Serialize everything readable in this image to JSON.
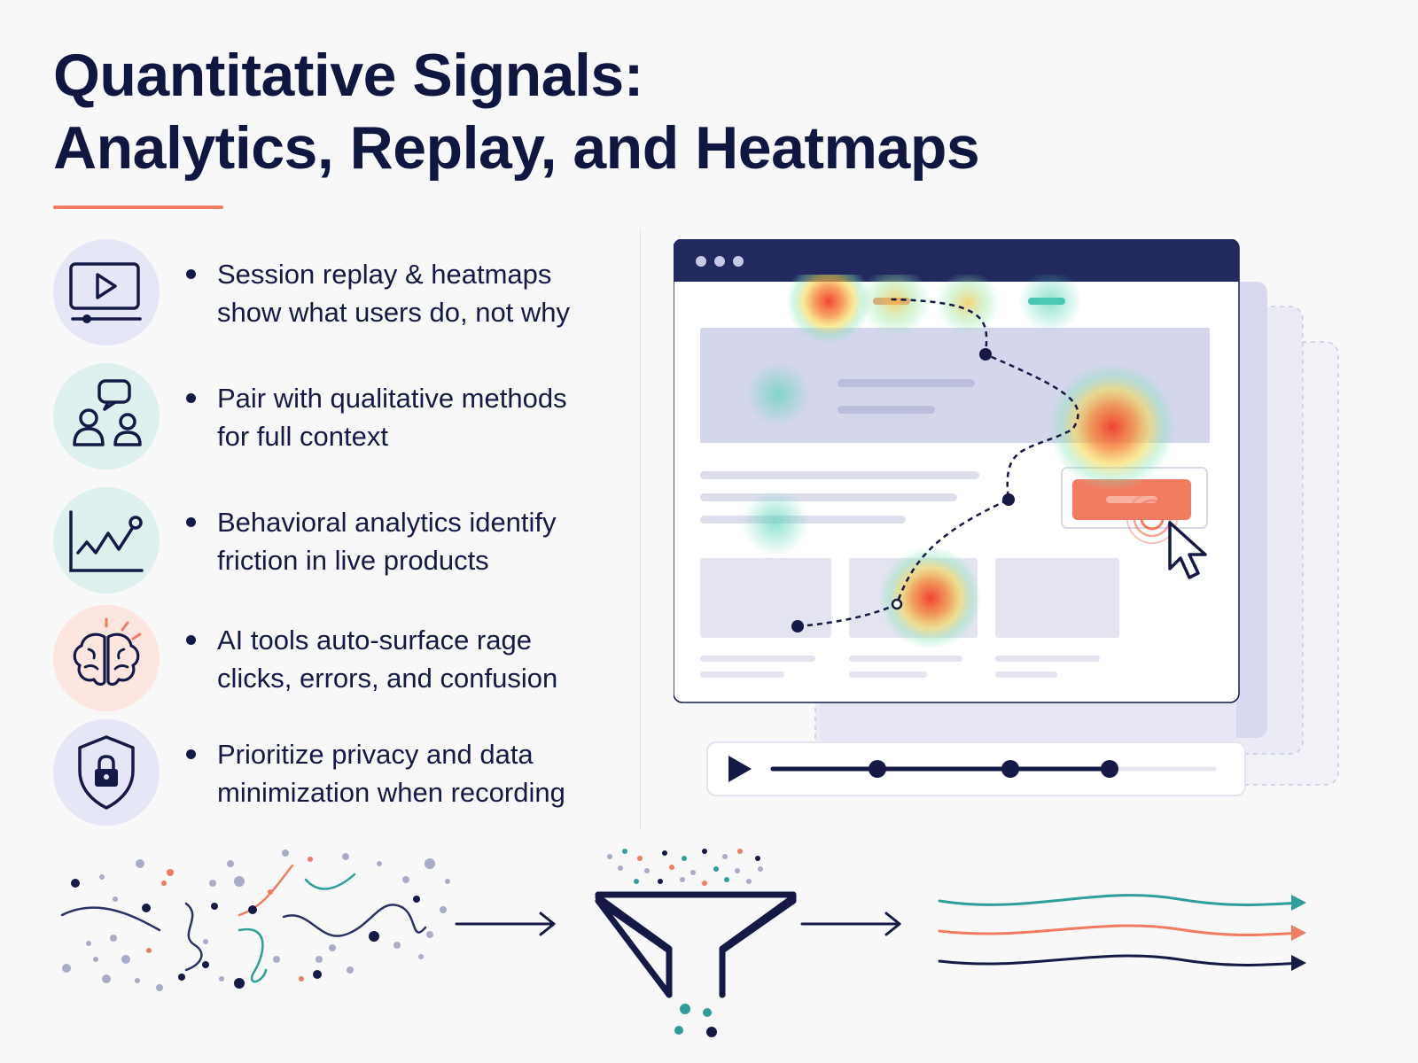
{
  "header": {
    "title_line1": "Quantitative Signals:",
    "title_line2": "Analytics, Replay, and Heatmaps"
  },
  "points": [
    {
      "icon": "video-player-icon",
      "badge_color": "#e6e7f6",
      "line1": "Session replay & heatmaps",
      "line2": "show what users do, not why"
    },
    {
      "icon": "users-chat-icon",
      "badge_color": "#dff1ef",
      "line1": "Pair with qualitative methods",
      "line2": "for full context"
    },
    {
      "icon": "trend-line-icon",
      "badge_color": "#dff1ef",
      "line1": "Behavioral analytics identify",
      "line2": "friction in live products"
    },
    {
      "icon": "brain-icon",
      "badge_color": "#fde5e0",
      "line1": "AI tools auto-surface rage",
      "line2": "clicks, errors, and confusion"
    },
    {
      "icon": "shield-lock-icon",
      "badge_color": "#e6e7f6",
      "line1": "Prioritize privacy and data",
      "line2": "minimization when recording"
    }
  ],
  "colors": {
    "navy": "#141a45",
    "accent": "#f27c62",
    "teal": "#2e9e9a",
    "heat_hot": "#f23a2a",
    "heat_warm": "#f5c842",
    "heat_cool": "#57d3b7"
  },
  "illustration": {
    "window_icons": [
      "heatmap-overlay",
      "click-path",
      "cursor-icon"
    ],
    "replay_bar_icon": "play-icon",
    "flow_icons": [
      "scattered-data-icon",
      "arrow-right-icon",
      "funnel-icon",
      "arrow-right-icon",
      "streamlined-signals-icon"
    ]
  }
}
